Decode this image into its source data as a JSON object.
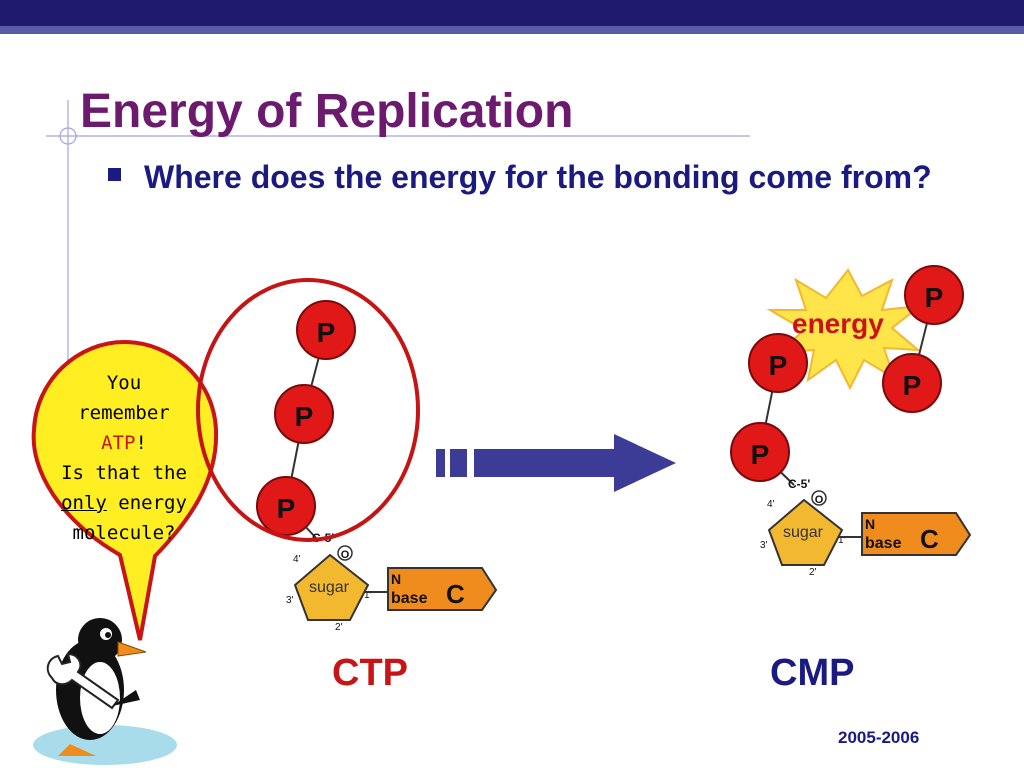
{
  "slide": {
    "title": "Energy of Replication",
    "bullet": "Where does the energy for the bonding come from?",
    "footer": "2005-2006"
  },
  "bubble": {
    "line1": "You",
    "line2": "remember",
    "atp": "ATP",
    "exclaim": "!",
    "line4": "Is that the",
    "only": "only",
    "energy": " energy",
    "line6": "molecule?"
  },
  "molecules": {
    "phosphate_label": "P",
    "sugar_label": "sugar",
    "oxygen_label": "O",
    "base_n_label": "N",
    "base_word": "base",
    "base_letter": "C",
    "carbon_label": "C-5'",
    "pos4": "4'",
    "pos3": "3'",
    "pos2": "2'",
    "pos1": "1'",
    "energy_label": "energy",
    "left_name": "CTP",
    "right_name": "CMP"
  },
  "colors": {
    "title": "#6b1a6e",
    "text": "#1a1a80",
    "phosphate": "#e01818",
    "ellipse": "#c41414",
    "sugar": "#f2b830",
    "base": "#f08c1e",
    "arrow": "#3c3c96",
    "burst": "#ffe44a",
    "bubble": "#ffee22"
  }
}
